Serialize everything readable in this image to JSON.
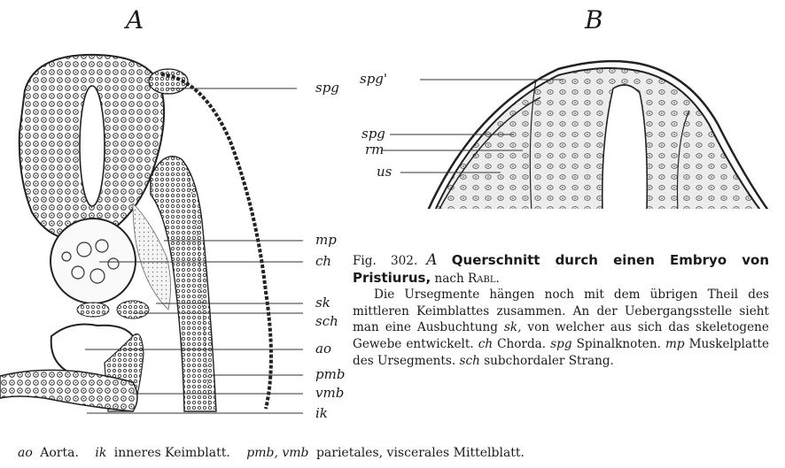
{
  "panels": {
    "a": "A",
    "b": "B"
  },
  "figure_a_labels": {
    "spg": "spg",
    "mp": "mp",
    "ch": "ch",
    "sk": "sk",
    "sch": "sch",
    "ao": "ao",
    "pmb": "pmb",
    "vmb": "vmb",
    "ik": "ik"
  },
  "figure_b_labels": {
    "spg_prime": "spg'",
    "spg": "spg",
    "rm": "rm",
    "us": "us"
  },
  "caption": {
    "fig_num": "Fig. 302.",
    "fig_letter": "A",
    "title": "Querschnitt durch einen Embryo von Pristiurus,",
    "after_title": "nach",
    "author": "Rabl.",
    "body_1": "Die Ursegmente hängen noch mit dem übrigen Theil des mittleren Keimblattes zusammen. An der Uebergangsstelle sieht man eine Ausbuchtung",
    "abbr_sk": "sk,",
    "body_2": "von welcher aus sich das skeletogene Gewebe entwickelt.",
    "abbr_ch": "ch",
    "def_ch": "Chorda.",
    "abbr_spg": "spg",
    "def_spg": "Spinalknoten.",
    "abbr_mp": "mp",
    "def_mp": "Muskelplatte des Ursegments.",
    "abbr_sch": "sch",
    "def_sch": "subchordaler Strang."
  },
  "legend": {
    "abbr_ao": "ao",
    "def_ao": "Aorta.",
    "abbr_ik": "ik",
    "def_ik": "inneres Keimblatt.",
    "abbr_pmb_vmb": "pmb, vmb",
    "def_pmb_vmb": "parietales, viscerales Mittelblatt."
  }
}
